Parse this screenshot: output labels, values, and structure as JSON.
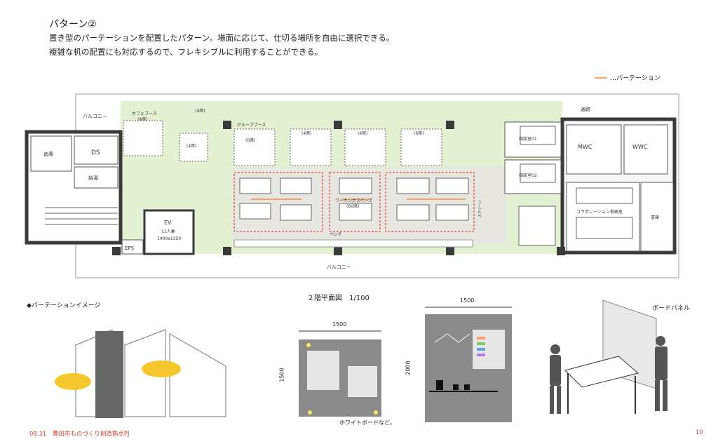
{
  "header": {
    "title": "パターン②",
    "line1": "置き型のパーテーションを配置したパターン。場面に応じて、仕切る場所を自由に選択できる。",
    "line2": "複雑な机の配置にも対応するので、フレキシブルに利用することができる。"
  },
  "legend": {
    "label": "…パーテーション",
    "color": "#f2a26a"
  },
  "plan": {
    "caption": "２階平面図　1/100",
    "balcony_top": "バルコニー",
    "balcony_bottom": "バルコニー",
    "corridor": "通路",
    "storage": "倉庫",
    "ds": "DS",
    "kyuto": "給湯",
    "ev": "EV",
    "ev_capacity": "11人乗",
    "ev_size": "1400x1350",
    "eps": "EPS",
    "cafe_booth": "カフェブース",
    "cafe_seats": "(4席)",
    "group_booth": "グループブース",
    "seats_4": "(4席)",
    "seats_6": "(6席)",
    "working_space": "ワーキングスペース",
    "working_seats": "(60席)",
    "meeting_room_1": "相談室01",
    "meeting_room_2": "相談室02",
    "office": "コラボレーション事務室",
    "library": "書庫",
    "mwc": "MWC",
    "wwc": "WWC",
    "partition_bench": "ベンチ",
    "screen": "スクリーン"
  },
  "partition_image_label": "◆パーテーションイメージ",
  "whiteboard": {
    "width_dim": "1500",
    "height_dim": "1500",
    "label": "ホワイトボードなど。"
  },
  "board_panel": {
    "width_dim": "1500",
    "height_dim": "2000",
    "label": "ボードパネル"
  },
  "footer": {
    "left": "08.31　豊田市ものづくり創造拠点PJ",
    "page": "10"
  },
  "colors": {
    "floor_green": "#e3f0d2",
    "wall_dark": "#3a3a3a",
    "partition_dashed": "#e05040",
    "partition_orange": "#f2a26a",
    "cylinder_yellow": "#f6c72c",
    "panel_gray": "#8a8a8a"
  }
}
